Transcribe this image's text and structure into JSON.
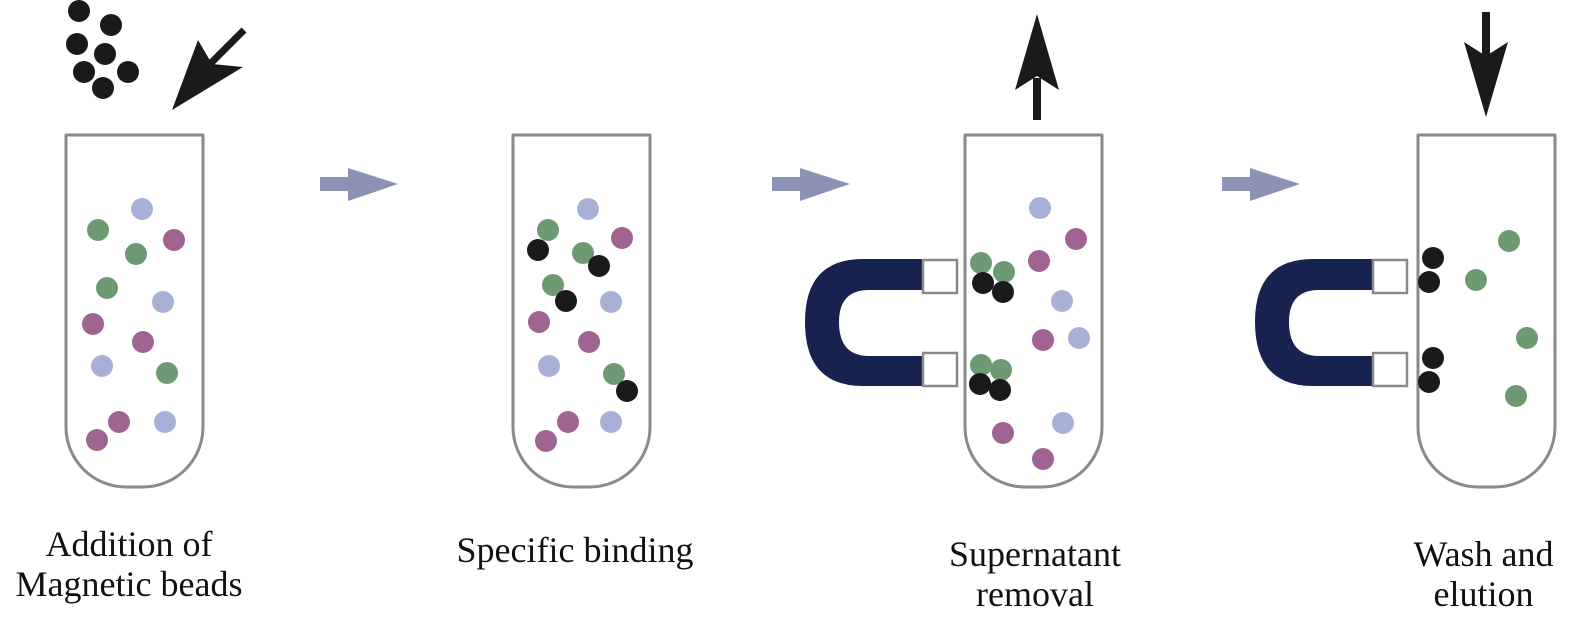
{
  "colors": {
    "green": "#6d9a72",
    "blue": "#a8b0d8",
    "pink": "#a06491",
    "black": "#1a1a1a",
    "tube": "#8a8a8a",
    "magnet": "#17224f",
    "process_arrow": "#8c92b4"
  },
  "steps": [
    {
      "lines": [
        "Addition of",
        "Magnetic beads"
      ]
    },
    {
      "lines": [
        "Specific binding"
      ]
    },
    {
      "lines": [
        "Supernatant",
        "removal"
      ]
    },
    {
      "lines": [
        "Wash and",
        "elution"
      ]
    }
  ],
  "icons": [
    "magnetic-bead-icon",
    "magnet-icon",
    "arrow-icon",
    "test-tube-icon"
  ]
}
